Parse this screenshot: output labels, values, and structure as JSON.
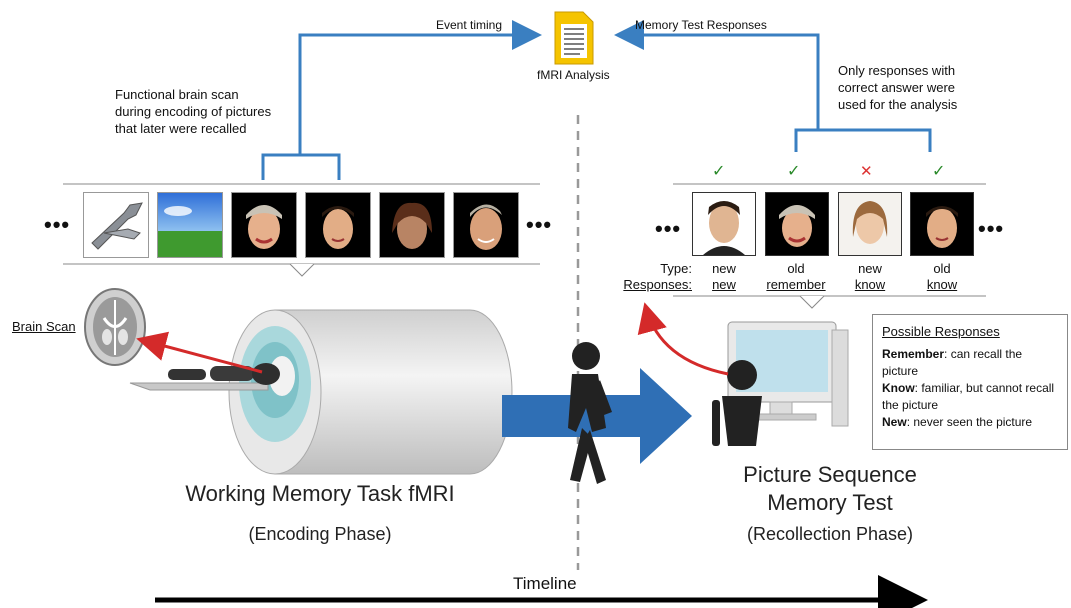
{
  "top": {
    "event_timing": "Event timing",
    "memory_test_responses": "Memory Test Responses",
    "fmri_analysis": "fMRI Analysis"
  },
  "left_note": [
    "Functional brain scan",
    "during encoding of pictures",
    "that later were recalled"
  ],
  "right_note": [
    "Only responses with",
    "correct answer were",
    "used for the analysis"
  ],
  "ellipsis": "•••",
  "brain_scan_label": "Brain Scan",
  "encoding_title": "Working Memory Task fMRI",
  "encoding_sub": "(Encoding Phase)",
  "test_title_1": "Picture Sequence",
  "test_title_2": "Memory Test",
  "test_sub": "(Recollection Phase)",
  "timeline": "Timeline",
  "type_label": "Type:",
  "responses_label": "Responses:",
  "marks": [
    "✓",
    "✓",
    "✕",
    "✓"
  ],
  "test_items": [
    {
      "type": "new",
      "response": "new"
    },
    {
      "type": "old",
      "response": "remember"
    },
    {
      "type": "new",
      "response": "know"
    },
    {
      "type": "old",
      "response": "know"
    }
  ],
  "possible": {
    "title": "Possible Responses",
    "remember_key": "Remember",
    "remember_text": ": can recall the picture",
    "know_key": "Know",
    "know_text": ": familiar, but cannot recall the picture",
    "new_key": "New",
    "new_text": ": never seen the picture"
  },
  "colors": {
    "blue_line": "#3a7fc1",
    "red_arrow": "#d42a2a",
    "arrow_fill": "#2f6fb5",
    "doc": "#f2c200"
  }
}
